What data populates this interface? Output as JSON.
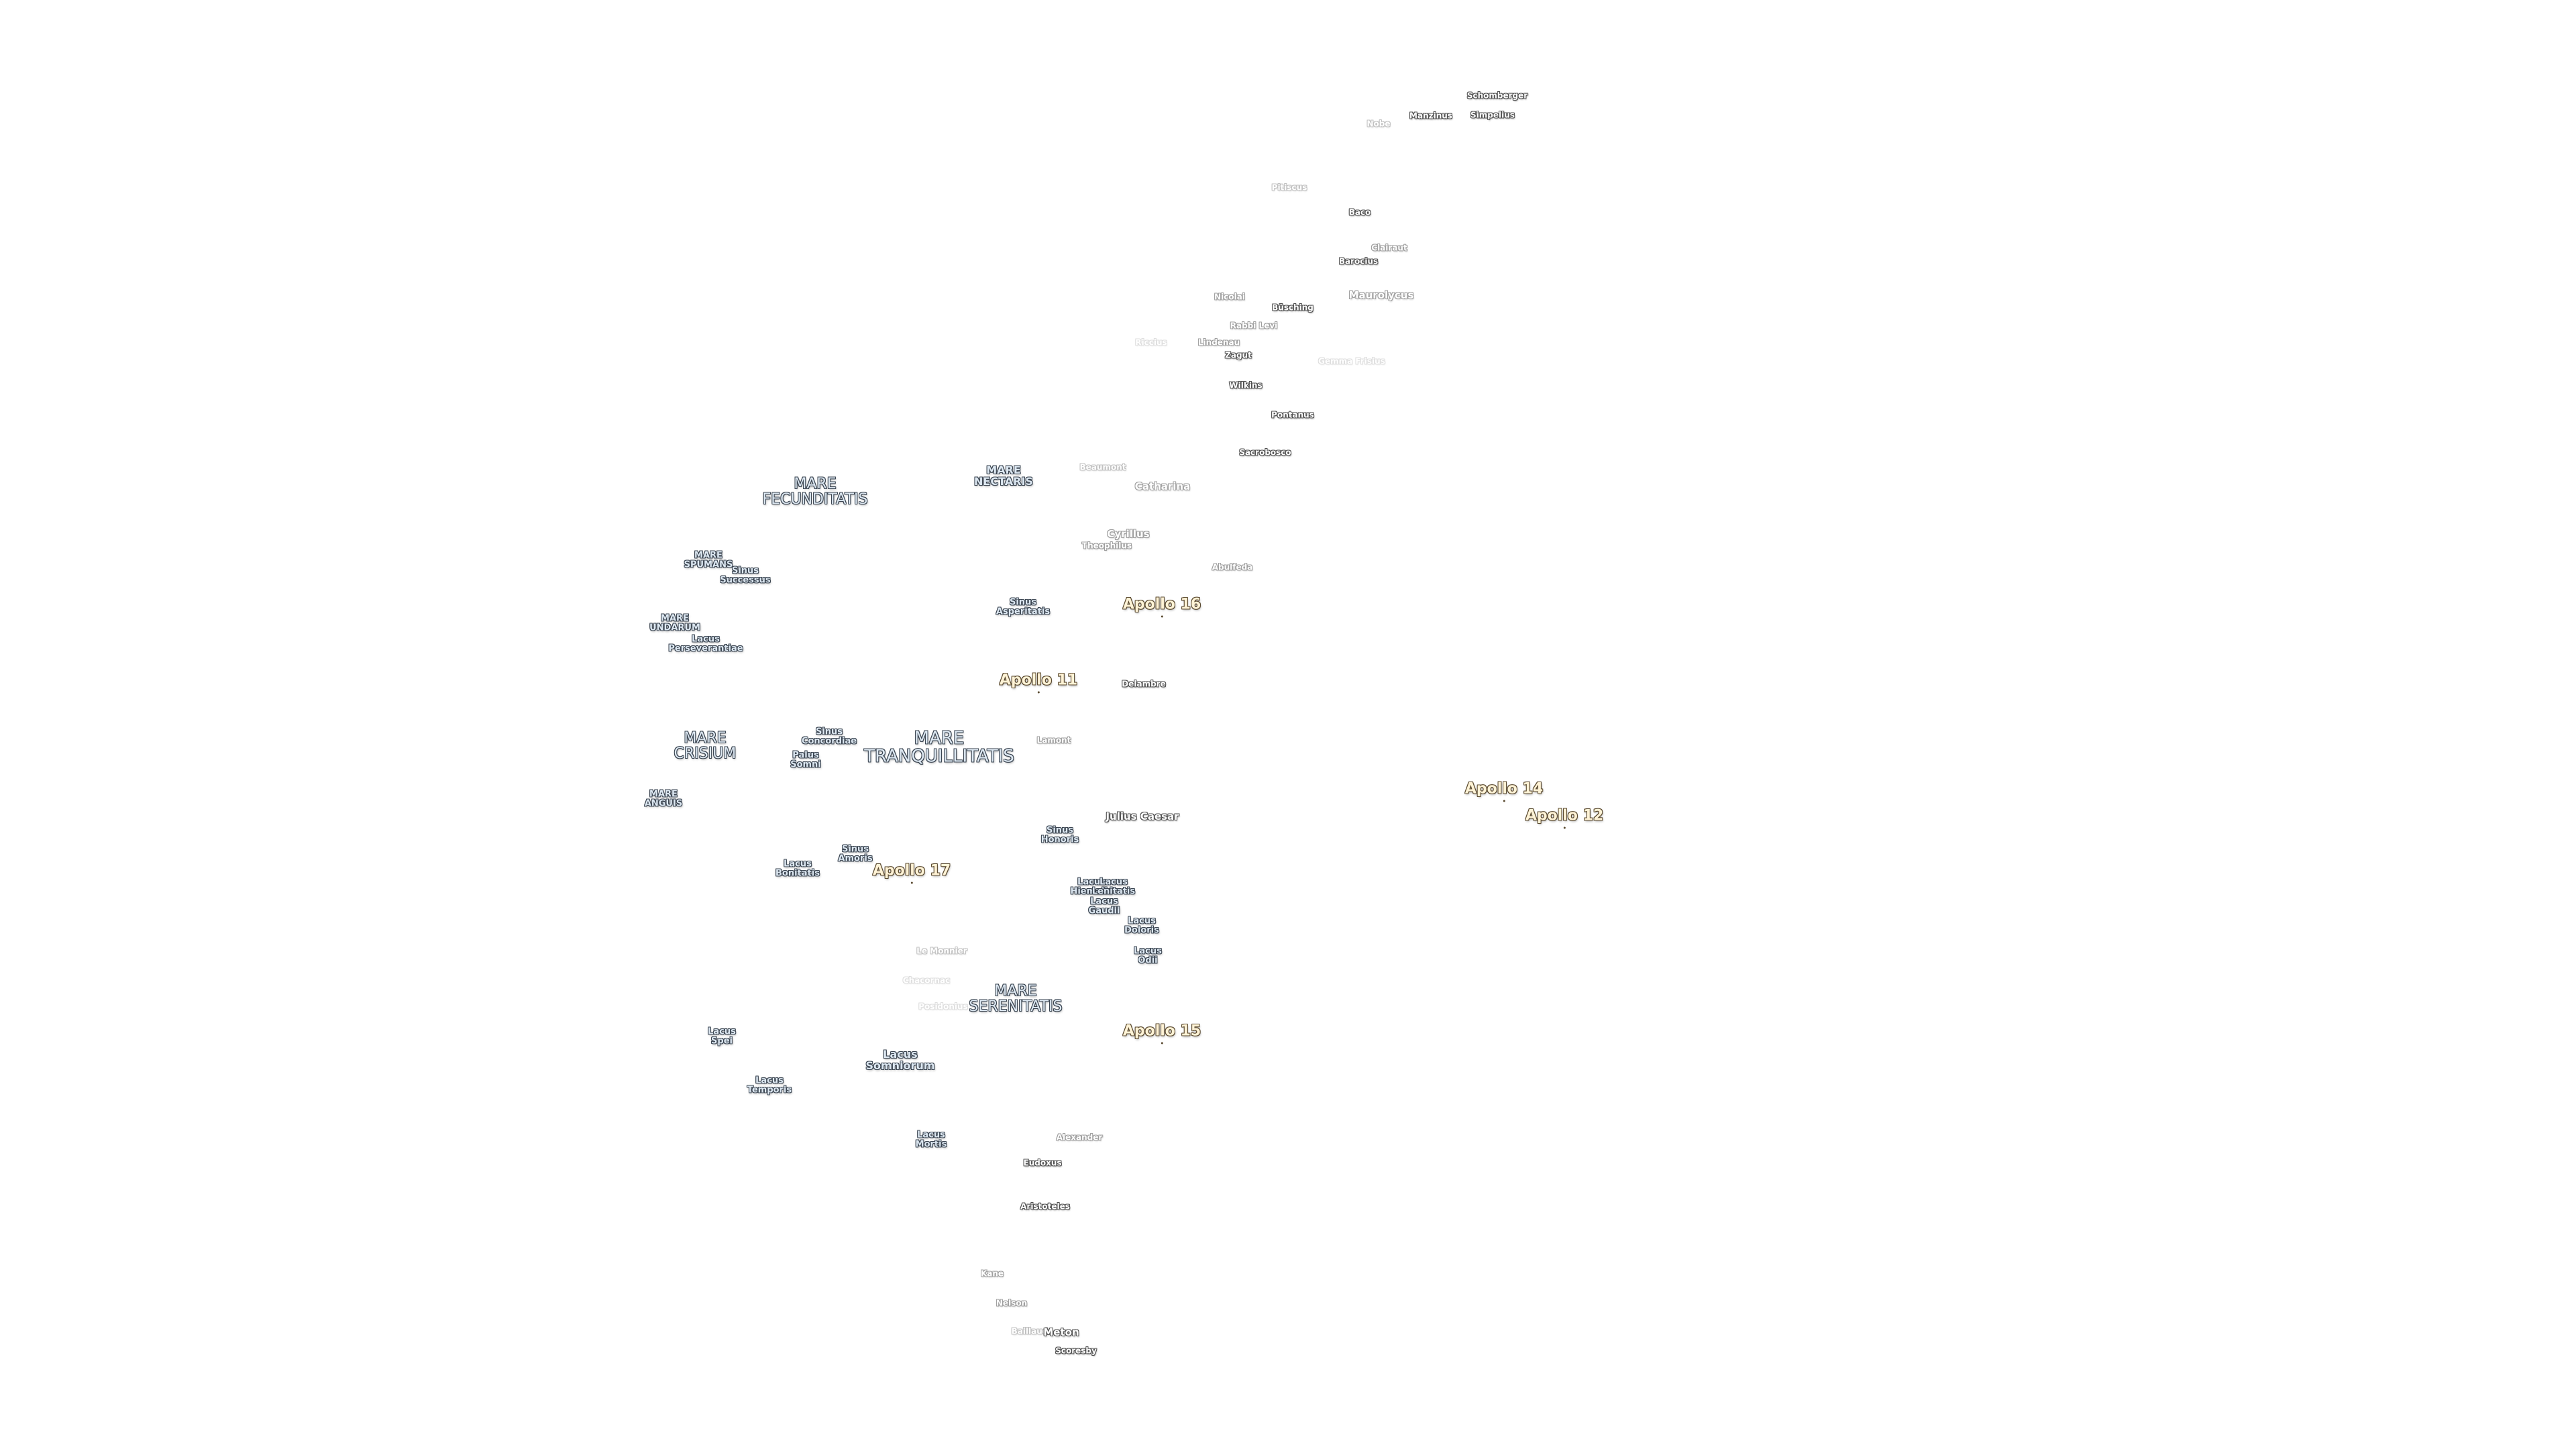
{
  "map": {
    "label_colors": {
      "crater_fill": "#ffffff",
      "crater_outline": "#505050",
      "mare_fill": "#dde8f2",
      "mare_outline": "#3a4450",
      "apollo_fill": "#fff3d6",
      "apollo_outline": "#5a4a30"
    },
    "craters": [
      "Schomberger",
      "Manzinus",
      "Simpelius",
      "Nobe",
      "Pitiscus",
      "Baco",
      "Clairaut",
      "Barocius",
      "Nicolai",
      "Maurolycus",
      "Büsching",
      "Rabbi Levi",
      "Riccius",
      "Lindenau",
      "Zagut",
      "Gemma Frisius",
      "Wilkins",
      "Pontanus",
      "Sacrobosco",
      "Beaumont",
      "Catharina",
      "Cyrillus",
      "Theophilus",
      "Abulfeda",
      "Delambre",
      "Lamont",
      "Julius Caesar",
      "Le Monnier",
      "Chacornac",
      "Posidonius",
      "Alexander",
      "Eudoxus",
      "Aristoteles",
      "Kane",
      "Nelson",
      "Baillaud",
      "Meton",
      "Scoresby"
    ],
    "maria": [
      "MARE\nFECUNDITATIS",
      "MARE\nNECTARIS",
      "MARE\nSPUMANS",
      "Sinus\nSuccessus",
      "MARE\nUNDARUM",
      "Lacus\nPerseverantiae",
      "Sinus\nAsperitatis",
      "MARE\nCRISIUM",
      "Sinus\nConcordiae",
      "Palus\nSomni",
      "MARE\nTRANQUILLITATIS",
      "MARE\nANGUIS",
      "Sinus\nHonoris",
      "Sinus\nAmoris",
      "Lacus\nBonitatis",
      "Lacus\nHiemalis",
      "Lacus\nLenitatis",
      "Lacus\nGaudii",
      "Lacus\nDoloris",
      "Lacus\nOdii",
      "MARE\nSERENITATIS",
      "Lacus\nSpei",
      "Lacus\nSomniorum",
      "Lacus\nTemporis",
      "Lacus\nMortis"
    ],
    "apollo_sites": [
      "Apollo 16",
      "Apollo 11",
      "Apollo 14",
      "Apollo 12",
      "Apollo 17",
      "Apollo 15"
    ]
  }
}
